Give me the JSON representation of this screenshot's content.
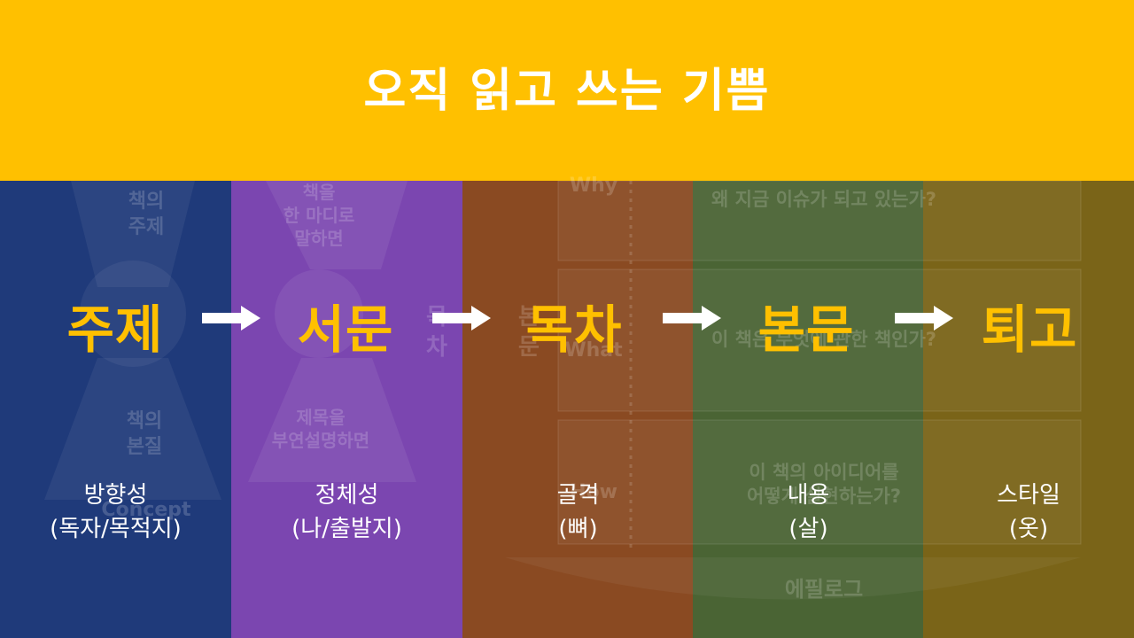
{
  "header": {
    "title": "오직 읽고 쓰는 기쁨"
  },
  "stages": [
    {
      "label": "주제",
      "sub_line1": "방향성",
      "sub_line2": "(독자/목적지)"
    },
    {
      "label": "서문",
      "sub_line1": "정체성",
      "sub_line2": "(나/출발지)"
    },
    {
      "label": "목차",
      "sub_line1": "골격",
      "sub_line2": "(뼈)"
    },
    {
      "label": "본문",
      "sub_line1": "내용",
      "sub_line2": "(살)"
    },
    {
      "label": "퇴고",
      "sub_line1": "스타일",
      "sub_line2": "(옷)"
    }
  ],
  "background": {
    "book_theme": "책의\n주제",
    "book_essence": "책의\n본질",
    "concept": "Concept",
    "one_word": "책을\n한 마디로\n말하면",
    "title_explain": "제목을\n부연설명하면",
    "why": "Why",
    "why_q": "왜 지금 이슈가 되고 있는가?",
    "what": "What",
    "what_q": "이 책은 무엇에 관한 책인가?",
    "how": "How",
    "how_q": "이 책의 아이디어를\n어떻게 실현하는가?",
    "epilogue": "에필로그",
    "mokcha": "목\n차",
    "bonmun": "본\n문"
  },
  "colors": {
    "header": "#FFC000",
    "stage1": "#1F3A7A",
    "stage2": "#7B46B0",
    "stage3": "#8A4A22",
    "stage4": "#4A6434",
    "stage5": "#7A6418",
    "label": "#FFC000"
  }
}
